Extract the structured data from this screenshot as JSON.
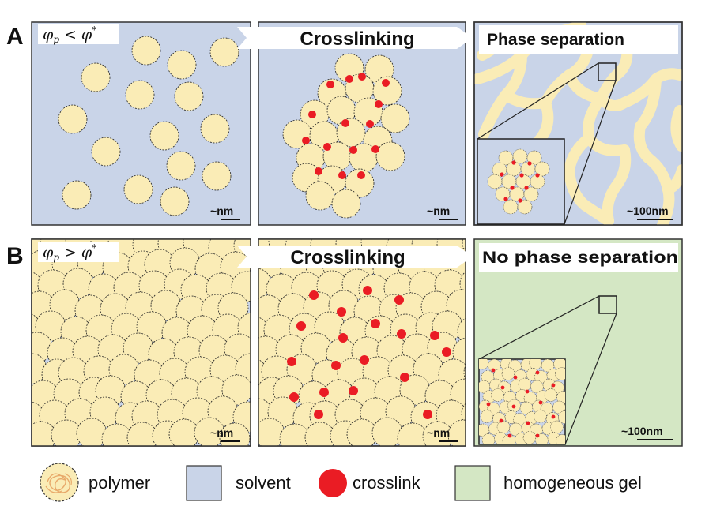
{
  "row_a": {
    "label": "A",
    "condition": {
      "phi": "φ",
      "sub": "p",
      "op": "<",
      "phi_star": "φ",
      "star": "*"
    },
    "arrow_label": "Crosslinking",
    "result_label": "Phase separation",
    "scale_left": "nm",
    "scale_mid": "nm",
    "scale_right": "100nm"
  },
  "row_b": {
    "label": "B",
    "condition": {
      "phi": "φ",
      "sub": "p",
      "op": ">",
      "phi_star": "φ",
      "star": "*"
    },
    "arrow_label": "Crosslinking",
    "result_label": "No phase separation",
    "scale_left": "nm",
    "scale_mid": "nm",
    "scale_right": "100nm"
  },
  "scale_prefix": "~",
  "legend": [
    {
      "label": "polymer",
      "icon": "polymer-coil-icon"
    },
    {
      "label": "solvent",
      "icon": "solvent-swatch-icon"
    },
    {
      "label": "crosslink",
      "icon": "crosslink-dot-icon"
    },
    {
      "label": "homogeneous gel",
      "icon": "gel-swatch-icon"
    }
  ],
  "colors": {
    "solvent": "#c9d4e8",
    "polymer": "#faecb6",
    "crosslink": "#ea1c24",
    "gel": "#d4e7c4",
    "outline": "#222222"
  }
}
